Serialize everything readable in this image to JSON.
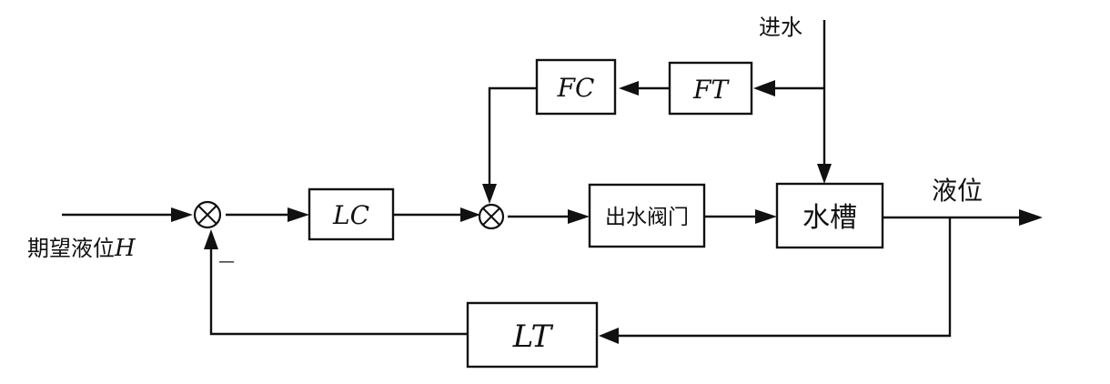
{
  "blocks": {
    "lc": "LC",
    "fc": "FC",
    "ft": "FT",
    "valve": "出水阀门",
    "tank": "水槽",
    "lt": "LT"
  },
  "labels": {
    "setpoint_text": "期望液位",
    "setpoint_symbol": "H",
    "inflow": "进水",
    "output": "液位",
    "minus": "—"
  }
}
